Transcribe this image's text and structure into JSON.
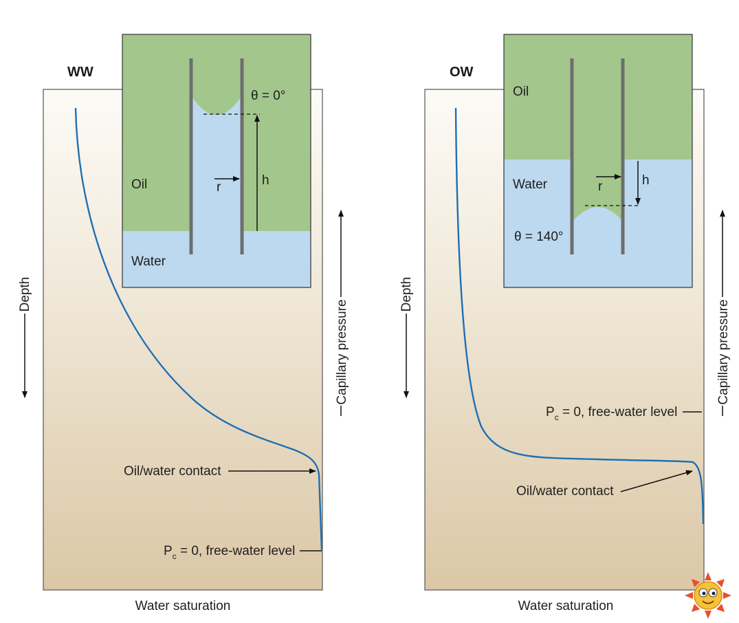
{
  "panels": {
    "ww": {
      "title": "WW",
      "fluid_top": "Oil",
      "fluid_bottom": "Water",
      "angle_label": "θ = 0°",
      "radius_label": "r",
      "height_label": "h",
      "y_axis_label": "Depth",
      "right_axis_label": "Capillary pressure",
      "x_axis_label": "Water saturation",
      "contact_label": "Oil/water contact",
      "fwl_label_p": "P",
      "fwl_label_sub": "c",
      "fwl_label_rest": " = 0, free-water level"
    },
    "ow": {
      "title": "OW",
      "fluid_top": "Oil",
      "fluid_bottom": "Water",
      "angle_label": "θ = 140°",
      "radius_label": "r",
      "height_label": "h",
      "y_axis_label": "Depth",
      "right_axis_label": "Capillary pressure",
      "x_axis_label": "Water saturation",
      "contact_label": "Oil/water contact",
      "fwl_label_p": "P",
      "fwl_label_sub": "c",
      "fwl_label_rest": " = 0, free-water level"
    }
  },
  "colors": {
    "oil": "#a3c68c",
    "water": "#bcd9f0",
    "curve": "#1f6fb2",
    "tube": "#6e6e6e",
    "bg_top": "#fbf8f2",
    "bg_bottom": "#dcc8a6"
  },
  "icons": [
    "smiley-sun-icon"
  ]
}
